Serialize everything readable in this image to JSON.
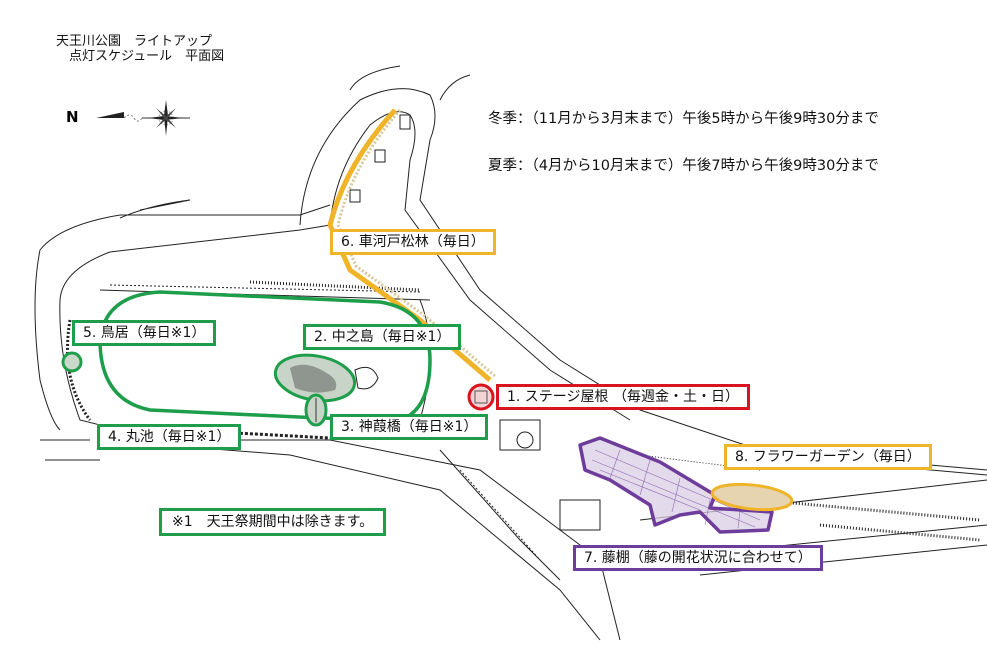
{
  "title": {
    "line1": "天王川公園　ライトアップ",
    "line2": "点灯スケジュール　平面図"
  },
  "compass": {
    "north_label": "N",
    "icon": "compass-rose-icon"
  },
  "schedule": {
    "winter": "冬季：（11月から3月末まで）午後5時から午後9時30分まで",
    "summer": "夏季：（4月から10月末まで）午後7時から午後9時30分まで"
  },
  "colors": {
    "green": "#1e9e4a",
    "yellow": "#f0b428",
    "red": "#d8141e",
    "purple": "#6e3c9a"
  },
  "locations": [
    {
      "id": 1,
      "label": "1. ステージ屋根 （毎週金・土・日）",
      "color": "red"
    },
    {
      "id": 2,
      "label": "2. 中之島（毎日※1）",
      "color": "green"
    },
    {
      "id": 3,
      "label": "3. 神葭橋（毎日※1）",
      "color": "green"
    },
    {
      "id": 4,
      "label": "4. 丸池（毎日※1）",
      "color": "green"
    },
    {
      "id": 5,
      "label": "5. 鳥居（毎日※1）",
      "color": "green"
    },
    {
      "id": 6,
      "label": "6. 車河戸松林（毎日）",
      "color": "yellow"
    },
    {
      "id": 7,
      "label": "7. 藤棚（藤の開花状況に合わせて）",
      "color": "purple"
    },
    {
      "id": 8,
      "label": "8. フラワーガーデン（毎日）",
      "color": "yellow"
    }
  ],
  "note": "※1　天王祭期間中は除きます。"
}
